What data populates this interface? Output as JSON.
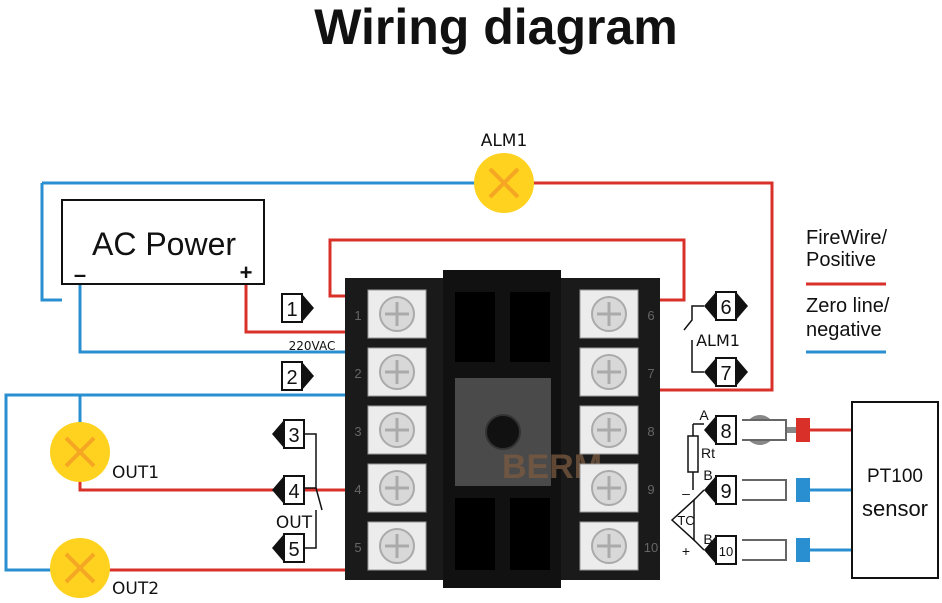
{
  "title": "Wiring diagram",
  "ac_power": {
    "label": "AC Power",
    "neg": "–",
    "pos": "+"
  },
  "voltage": "220VAC",
  "alarm_lamp": "ALM1",
  "out_lamp_1": "OUT1",
  "out_lamp_2": "OUT2",
  "out_label": "OUT",
  "alm_label": "ALM1",
  "rt_label": "Rt",
  "tc_label": "TC",
  "brand": "BERM",
  "brand_mark": "®",
  "sensor": {
    "line1": "PT100",
    "line2": "sensor"
  },
  "terminals_left": [
    "1",
    "2",
    "3",
    "4",
    "5"
  ],
  "terminals_right": [
    "6",
    "7",
    "8",
    "9",
    "10"
  ],
  "terminal_tags": {
    "t1": "1",
    "t2": "2",
    "t3": "3",
    "t4": "4",
    "t5": "5",
    "t6": "6",
    "t7": "7",
    "t8": "8",
    "t9": "9",
    "t10": "10"
  },
  "sensor_pins": {
    "a": "A",
    "b1": "B",
    "b2": "B",
    "minus": "–",
    "plus": "+"
  },
  "legend": [
    {
      "label_line1": "FireWire/",
      "label_line2": "Positive",
      "color": "#d9302a"
    },
    {
      "label_line1": "Zero line/",
      "label_line2": "negative",
      "color": "#2a8fd0"
    }
  ],
  "colors": {
    "red": "#d9302a",
    "blue": "#2a8fd0",
    "lamp": "#ffd21f",
    "lamp_x": "#f5a623"
  }
}
